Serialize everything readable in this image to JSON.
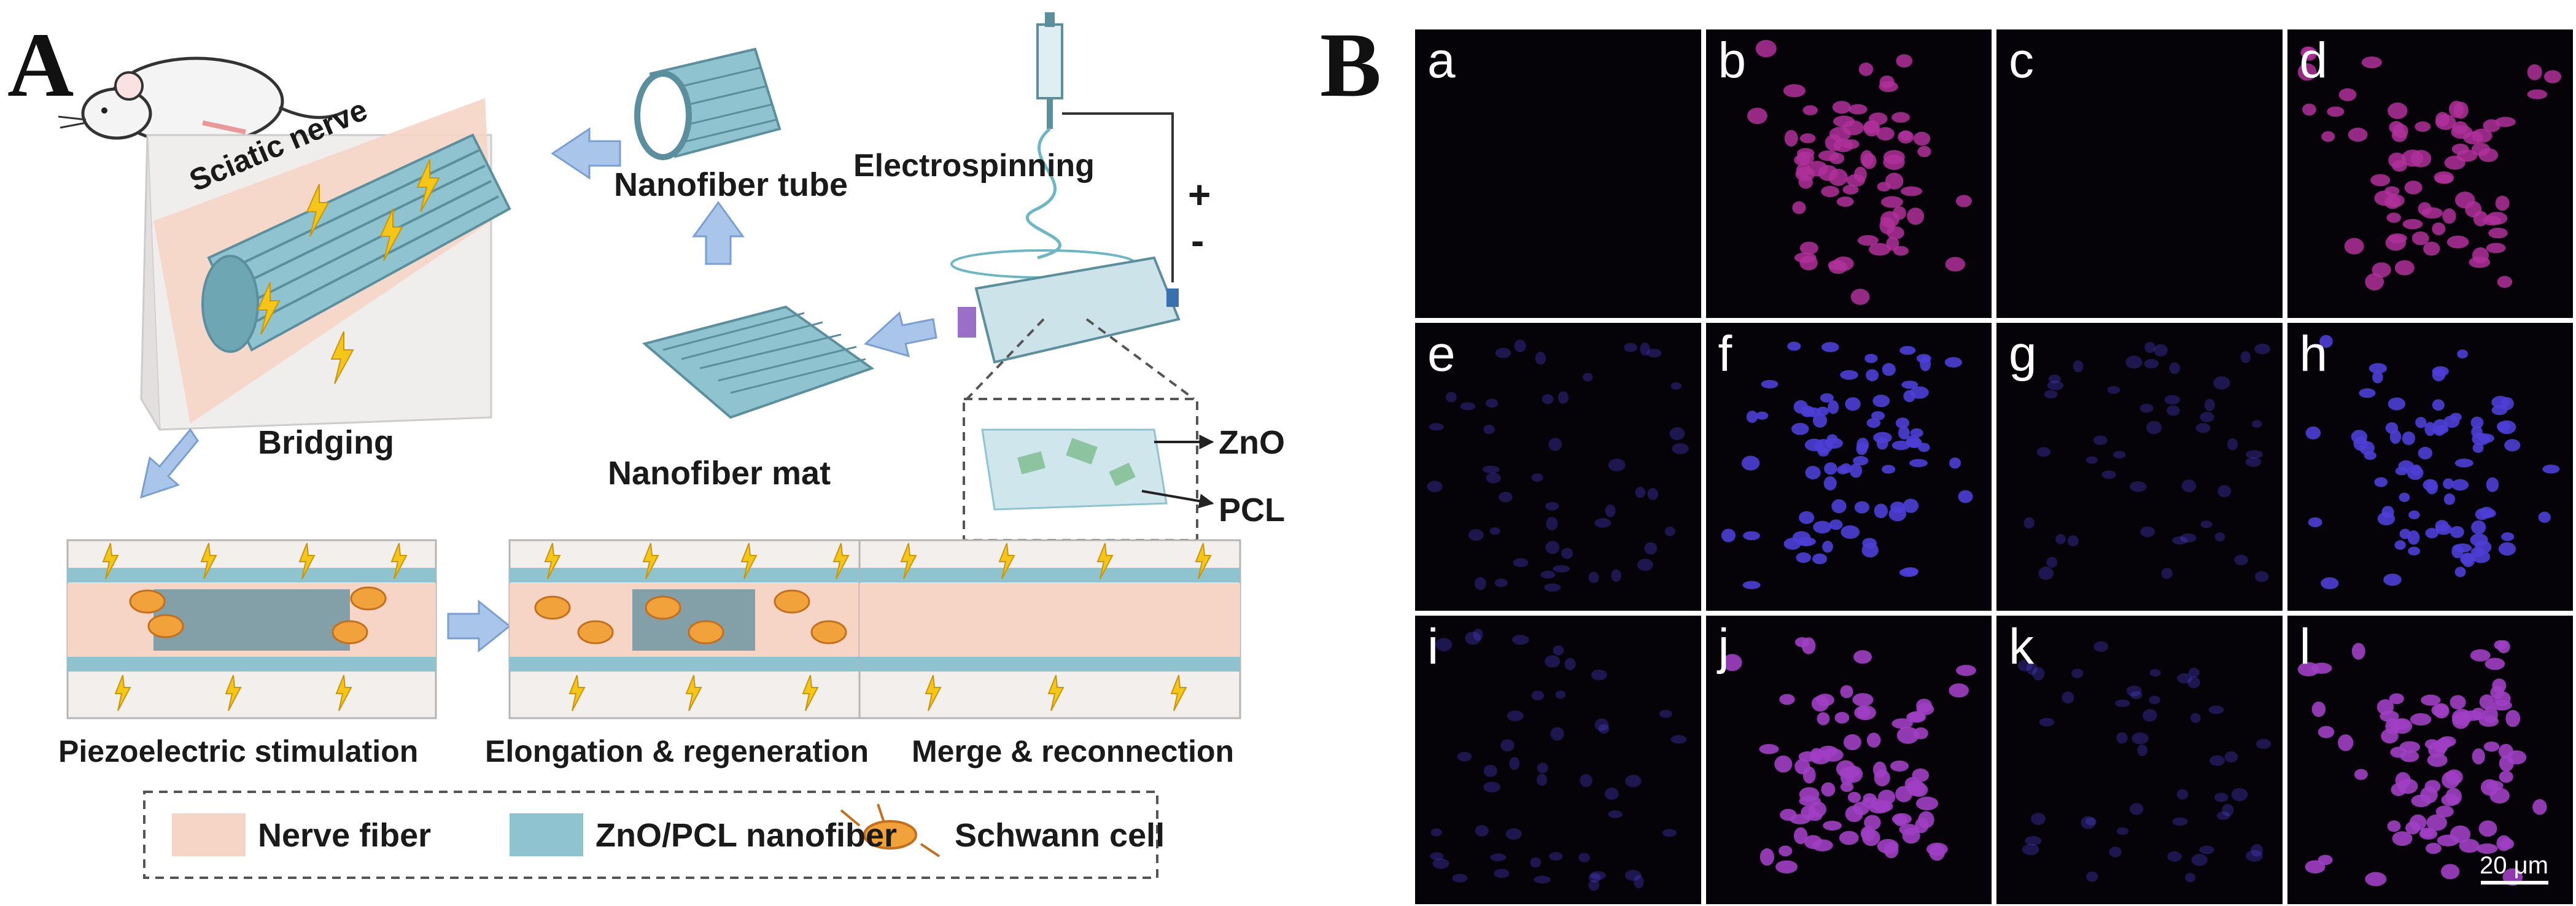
{
  "panel_a": {
    "letter": "A",
    "labels": {
      "sciatic_nerve": "Sciatic nerve",
      "nanofiber_tube": "Nanofiber tube",
      "electrospinning": "Electrospinning",
      "plus": "+",
      "minus": "-",
      "zno": "ZnO",
      "pcl": "PCL",
      "bridging": "Bridging",
      "nanofiber_mat": "Nanofiber mat"
    },
    "stages": [
      {
        "caption": "Piezoelectric stimulation"
      },
      {
        "caption": "Elongation & regeneration"
      },
      {
        "caption": "Merge & reconnection"
      }
    ],
    "legend": [
      {
        "label": "Nerve fiber",
        "color": "#f6d5c6"
      },
      {
        "label": "ZnO/PCL nanofiber",
        "color": "#8fc3cf"
      },
      {
        "label": "Schwann cell",
        "color": "#f2a23a"
      }
    ],
    "colors": {
      "fiber": "#8fc3cf",
      "fiber_dark": "#5c8f9e",
      "nerve": "#f6d5c6",
      "arrow": "#a9c6ea",
      "bolt": "#f5c518"
    }
  },
  "panel_b": {
    "letter": "B",
    "cells": [
      {
        "letter": "a",
        "stain": "empty"
      },
      {
        "letter": "b",
        "stain": "magenta"
      },
      {
        "letter": "c",
        "stain": "empty"
      },
      {
        "letter": "d",
        "stain": "magenta"
      },
      {
        "letter": "e",
        "stain": "blue-sparse"
      },
      {
        "letter": "f",
        "stain": "blue"
      },
      {
        "letter": "g",
        "stain": "blue-sparse"
      },
      {
        "letter": "h",
        "stain": "blue"
      },
      {
        "letter": "i",
        "stain": "blue-sparse"
      },
      {
        "letter": "j",
        "stain": "merge"
      },
      {
        "letter": "k",
        "stain": "blue-sparse"
      },
      {
        "letter": "l",
        "stain": "merge"
      }
    ],
    "scale_bar": "20 μm",
    "colors": {
      "magenta": "#b0309a",
      "blue": "#4d3fd6",
      "merge": "#a03fc4"
    }
  }
}
